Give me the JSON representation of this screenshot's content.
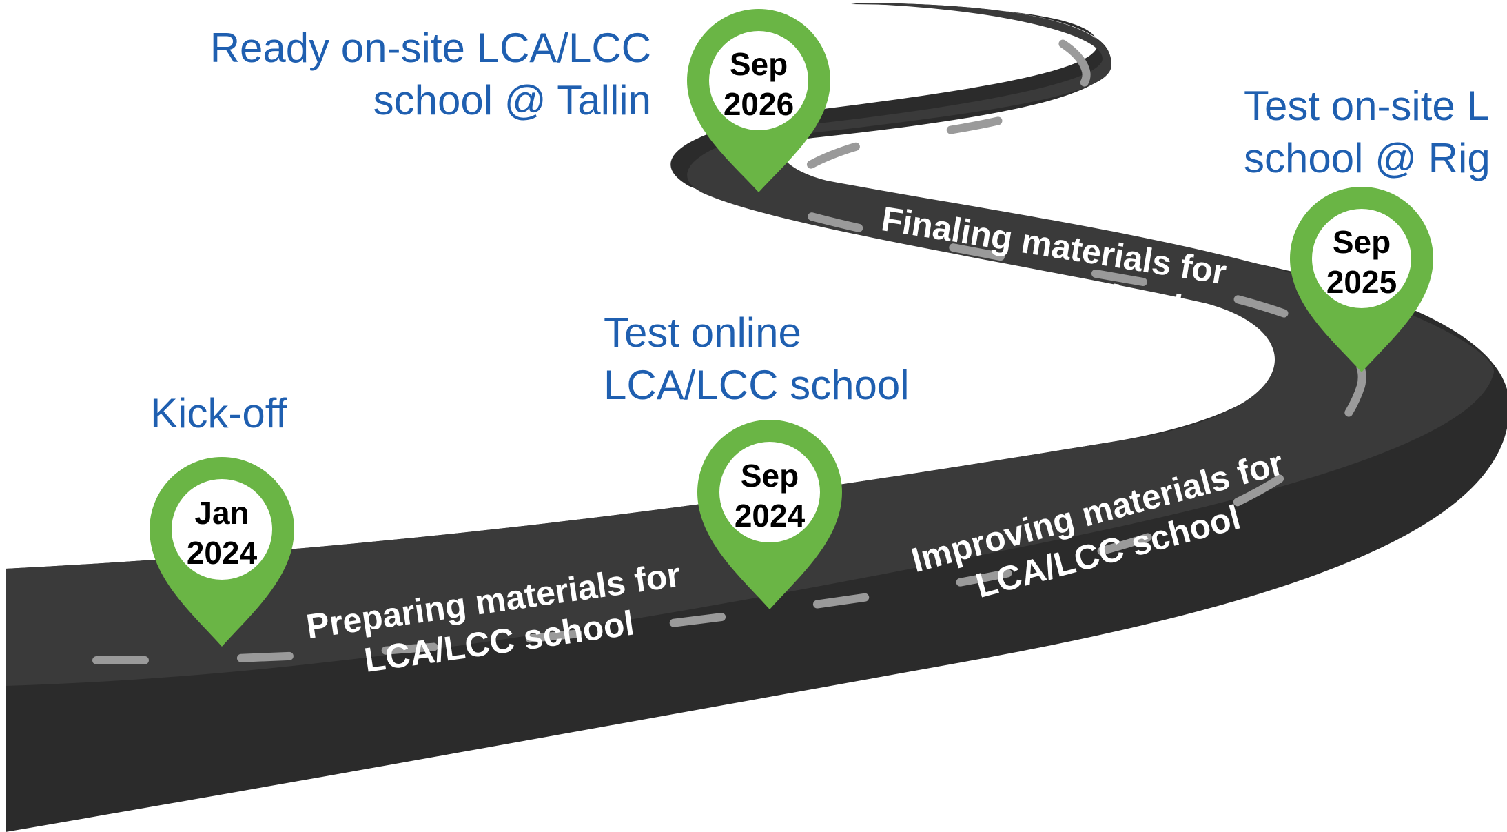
{
  "colors": {
    "title_text": "#1f5fb0",
    "road_dark": "#2b2b2b",
    "road_top": "#3a3a3a",
    "lane_marks": "#9a9a9a",
    "pin_green": "#6ab545",
    "pin_inner": "#ffffff"
  },
  "milestones": [
    {
      "title_line1": "Kick-off",
      "title_line2": "",
      "pin_month": "Jan",
      "pin_year": "2024"
    },
    {
      "title_line1": "Test online",
      "title_line2": "LCA/LCC school",
      "pin_month": "Sep",
      "pin_year": "2024"
    },
    {
      "title_line1": "Test on-site L",
      "title_line2": "school @ Rig",
      "pin_month": "Sep",
      "pin_year": "2025"
    },
    {
      "title_line1": "Ready on-site LCA/LCC",
      "title_line2": "school @ Tallin",
      "pin_month": "Sep",
      "pin_year": "2026"
    }
  ],
  "road_labels": [
    {
      "line1": "Preparing materials for",
      "line2": "LCA/LCC school"
    },
    {
      "line1": "Improving materials for",
      "line2": "LCA/LCC school"
    },
    {
      "line1": "Finaling materials for",
      "line2": "LCA/LCC school"
    }
  ]
}
